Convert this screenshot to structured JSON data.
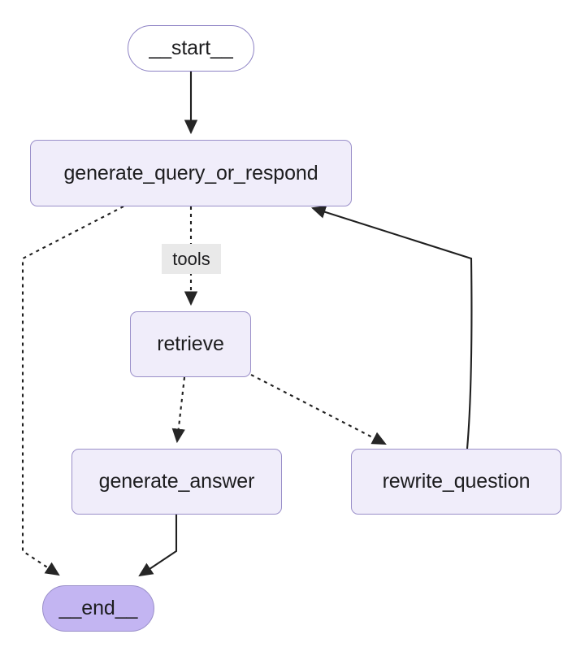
{
  "diagram": {
    "type": "flowchart",
    "title": "",
    "background_color": "#ffffff",
    "node_fill": "#f0edfa",
    "node_border": "#9a8fc9",
    "end_fill": "#c3b5f2",
    "edge_color": "#1f1f1f",
    "label_bg": "#e9e9e9",
    "nodes": [
      {
        "id": "start",
        "label": "__start__",
        "shape": "stadium"
      },
      {
        "id": "generate_query_or_respond",
        "label": "generate_query_or_respond",
        "shape": "rounded-rect"
      },
      {
        "id": "retrieve",
        "label": "retrieve",
        "shape": "rounded-rect"
      },
      {
        "id": "generate_answer",
        "label": "generate_answer",
        "shape": "rounded-rect"
      },
      {
        "id": "rewrite_question",
        "label": "rewrite_question",
        "shape": "rounded-rect"
      },
      {
        "id": "end",
        "label": "__end__",
        "shape": "stadium"
      }
    ],
    "edges": [
      {
        "from": "start",
        "to": "generate_query_or_respond",
        "style": "solid",
        "label": ""
      },
      {
        "from": "generate_query_or_respond",
        "to": "retrieve",
        "style": "dotted",
        "label": "tools"
      },
      {
        "from": "generate_query_or_respond",
        "to": "end",
        "style": "dotted",
        "label": ""
      },
      {
        "from": "retrieve",
        "to": "generate_answer",
        "style": "dotted",
        "label": ""
      },
      {
        "from": "retrieve",
        "to": "rewrite_question",
        "style": "dotted",
        "label": ""
      },
      {
        "from": "generate_answer",
        "to": "end",
        "style": "solid",
        "label": ""
      },
      {
        "from": "rewrite_question",
        "to": "generate_query_or_respond",
        "style": "solid",
        "label": ""
      }
    ],
    "edge_labels": [
      {
        "id": "tools",
        "text": "tools"
      }
    ]
  }
}
